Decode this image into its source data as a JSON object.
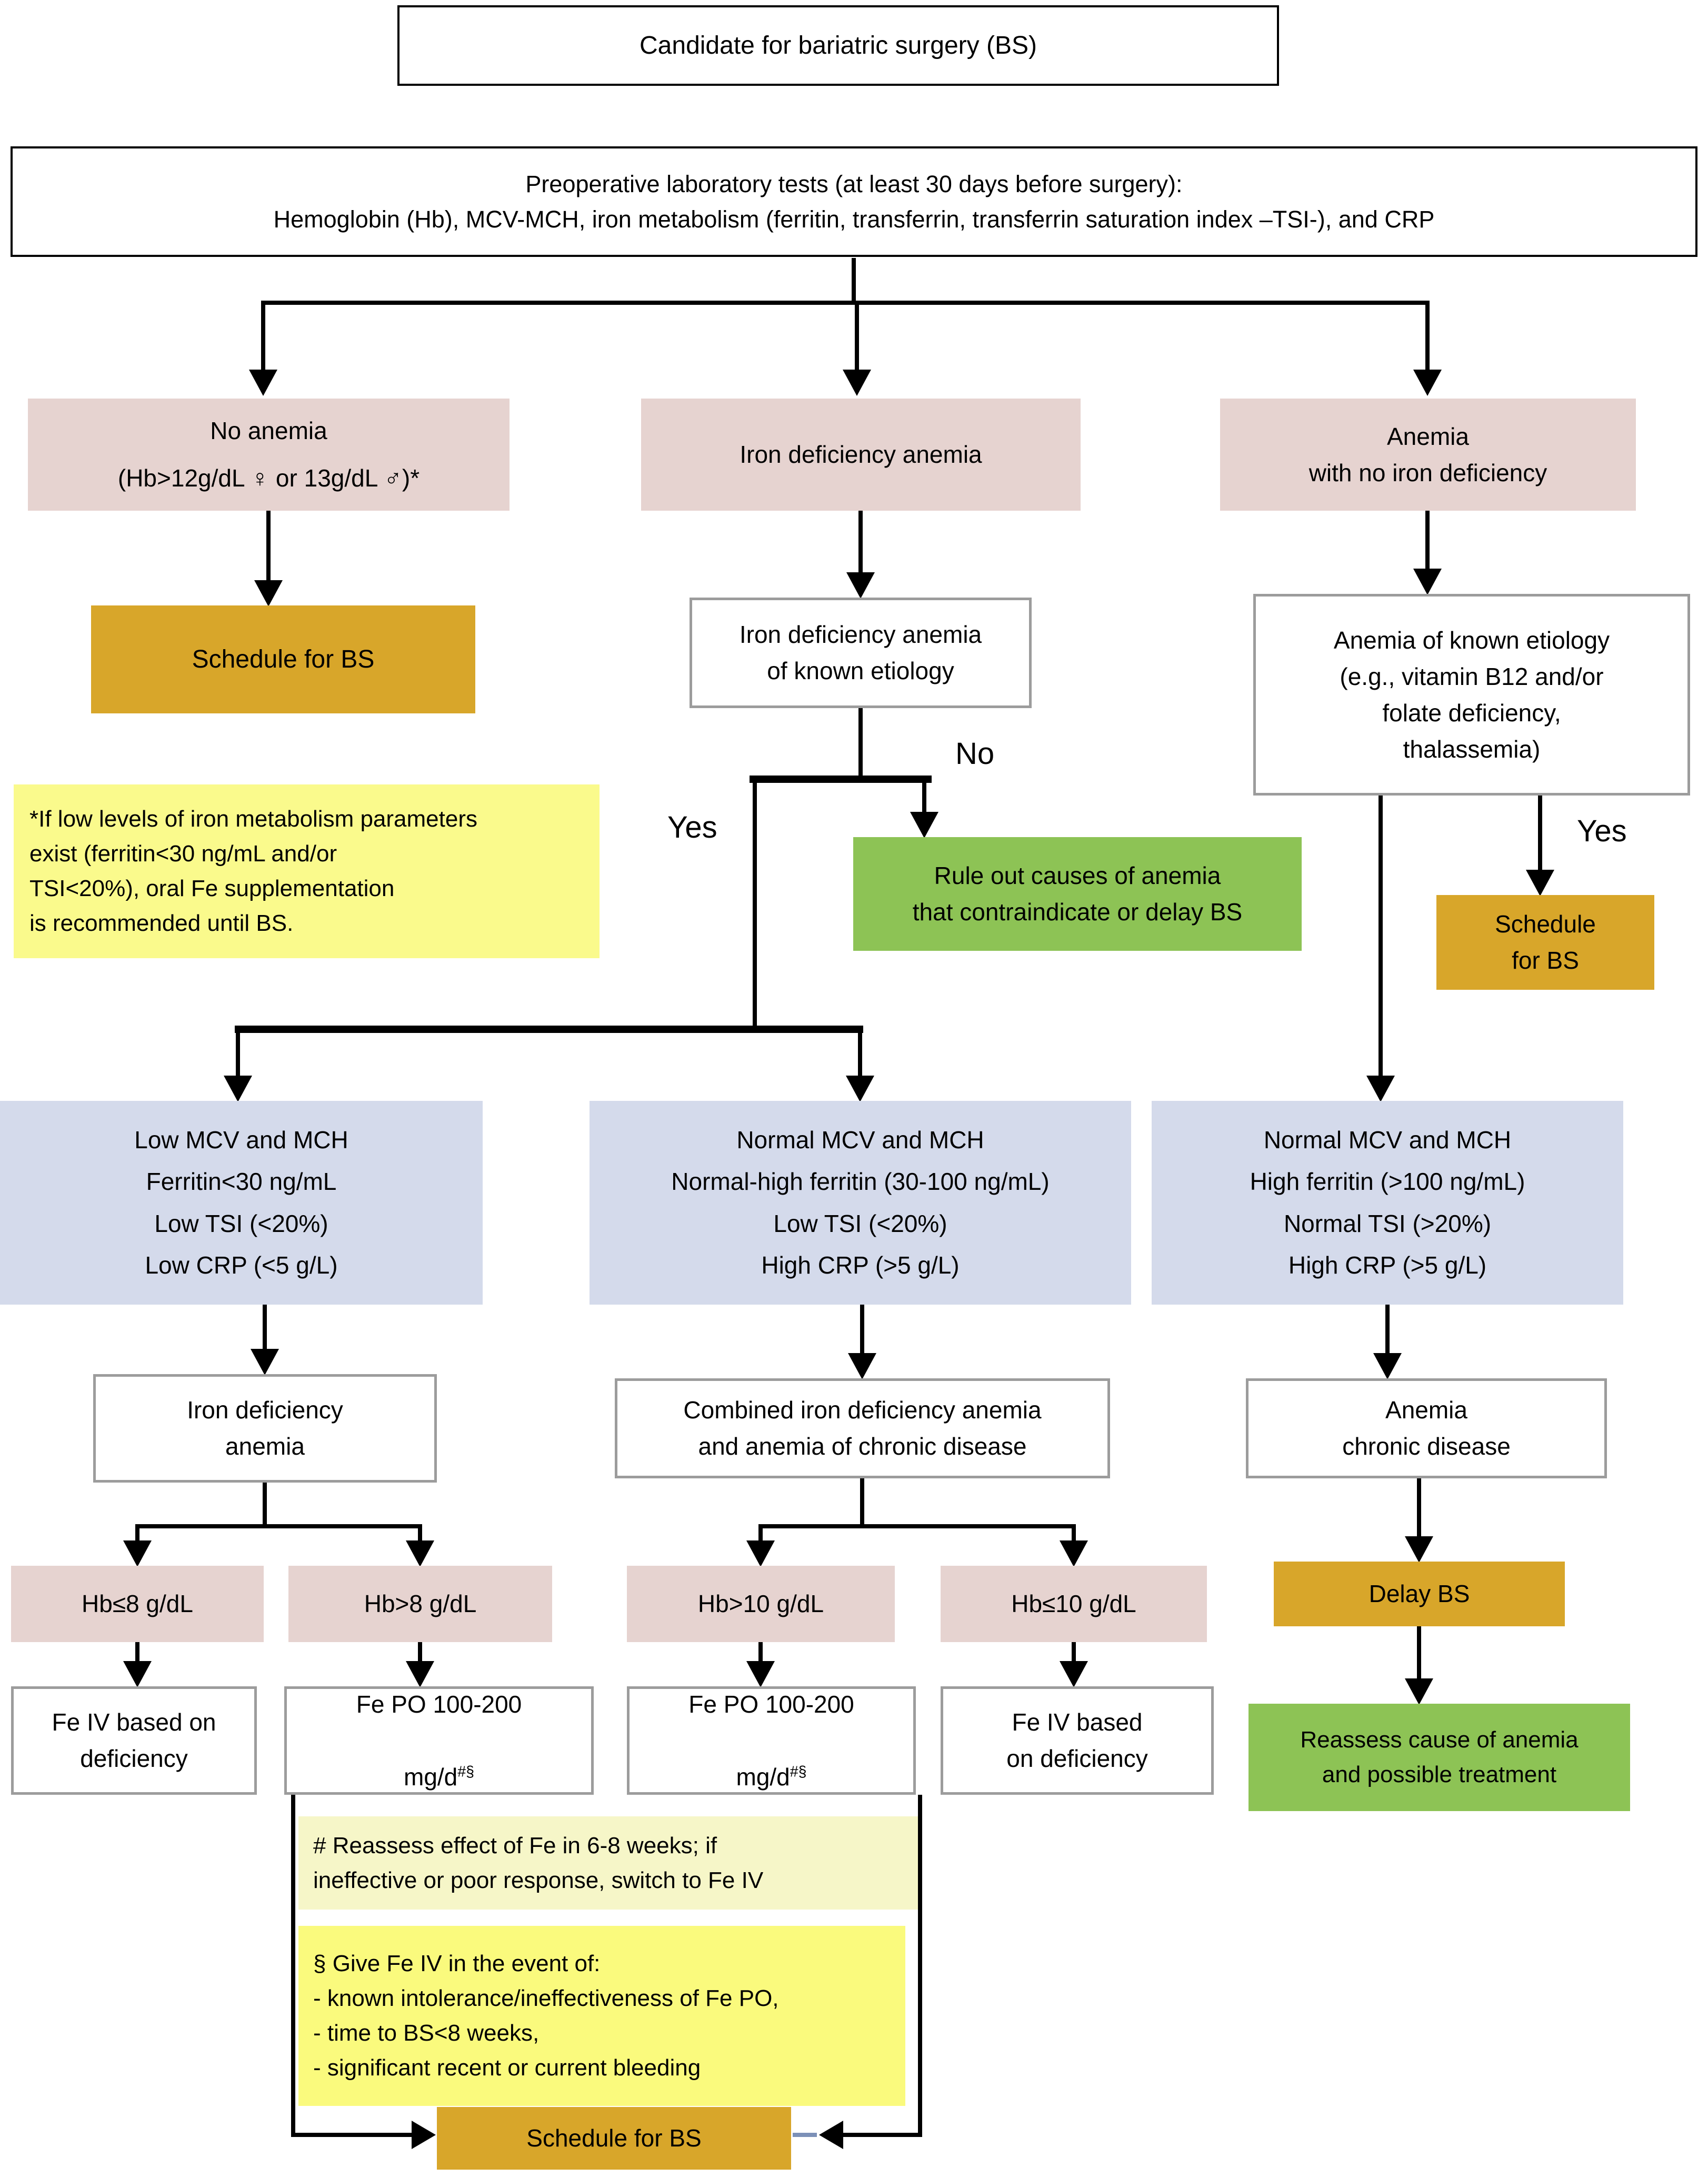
{
  "title": "Candidate for bariatric surgery (BS)",
  "preop": {
    "text": "Preoperative laboratory tests (at least 30 days before surgery):\nHemoglobin (Hb), MCV-MCH, iron metabolism (ferritin, transferrin, transferrin saturation index –TSI-), and CRP"
  },
  "labels": {
    "yes_mid": "Yes",
    "no_mid": "No",
    "yes_right": "Yes"
  },
  "colors": {
    "pink_box": "#E6D3D0",
    "gold_box": "#D8A62A",
    "green_box": "#8DC355",
    "blue_box": "#D4DAEB",
    "yellow_note": "#FAFA8C",
    "yellow_note_pale": "#F6F6C8",
    "yellow_note_bright": "#FAFA7D",
    "gray_border": "#9c9c9c",
    "blue_dash": "#7C90B7"
  },
  "nodes": {
    "no_anemia": {
      "text": "No anemia\n(Hb>12g/dL ♀ or 13g/dL ♂)*"
    },
    "iron_def_anemia": {
      "text": "Iron deficiency anemia"
    },
    "anemia_no_iron": {
      "text": "Anemia\nwith no iron deficiency"
    },
    "schedule_left": {
      "text": "Schedule for BS"
    },
    "asterisk_note": {
      "text": "*If low levels of iron metabolism parameters\nexist (ferritin<30 ng/mL and/or\nTSI<20%), oral Fe supplementation\nis recommended until BS."
    },
    "ida_known_etiology": {
      "text": "Iron deficiency anemia\nof known etiology"
    },
    "rule_out": {
      "text": "Rule out causes of anemia\nthat contraindicate or delay BS"
    },
    "anemia_known_etiology": {
      "text": "Anemia of known etiology\n(e.g., vitamin B12 and/or\nfolate deficiency,\nthalassemia)"
    },
    "schedule_right": {
      "text": "Schedule\nfor BS"
    },
    "blue_low": {
      "text": "Low MCV and MCH\nFerritin<30 ng/mL\nLow TSI (<20%)\nLow CRP (<5 g/L)"
    },
    "blue_mixed": {
      "text": "Normal MCV and MCH\nNormal-high ferritin (30-100 ng/mL)\nLow TSI (<20%)\nHigh CRP (>5 g/L)"
    },
    "blue_chronic": {
      "text": "Normal MCV and MCH\nHigh ferritin (>100 ng/mL)\nNormal TSI (>20%)\nHigh CRP (>5 g/L)"
    },
    "dx_ida": {
      "text": "Iron deficiency\nanemia"
    },
    "dx_combined": {
      "text": "Combined iron deficiency anemia\nand anemia of chronic disease"
    },
    "dx_chronic": {
      "text": "Anemia\nchronic disease"
    },
    "hb_le8": {
      "text": "Hb≤8 g/dL"
    },
    "hb_gt8": {
      "text": "Hb>8 g/dL"
    },
    "hb_gt10": {
      "text": "Hb>10 g/dL"
    },
    "hb_le10": {
      "text": "Hb≤10 g/dL"
    },
    "fe_iv_1": {
      "text": "Fe IV based on\ndeficiency"
    },
    "fe_po_1": {
      "line1": "Fe PO 100-200",
      "line2": "mg/d",
      "sup": "#§"
    },
    "fe_po_2": {
      "line1": "Fe PO 100-200",
      "line2": "mg/d",
      "sup": "#§"
    },
    "fe_iv_2": {
      "text": "Fe IV based\non deficiency"
    },
    "delay_bs": {
      "text": "Delay BS"
    },
    "reassess": {
      "text": "Reassess cause of anemia\nand possible treatment"
    },
    "note_hash": {
      "text": "# Reassess effect of Fe in 6-8 weeks; if\nineffective or poor response, switch to Fe IV"
    },
    "note_section": {
      "text": "§ Give Fe IV in the event of:\n- known intolerance/ineffectiveness of Fe PO,\n- time to BS<8 weeks,\n- significant recent or current bleeding"
    },
    "schedule_bottom": {
      "text": "Schedule for BS"
    }
  }
}
